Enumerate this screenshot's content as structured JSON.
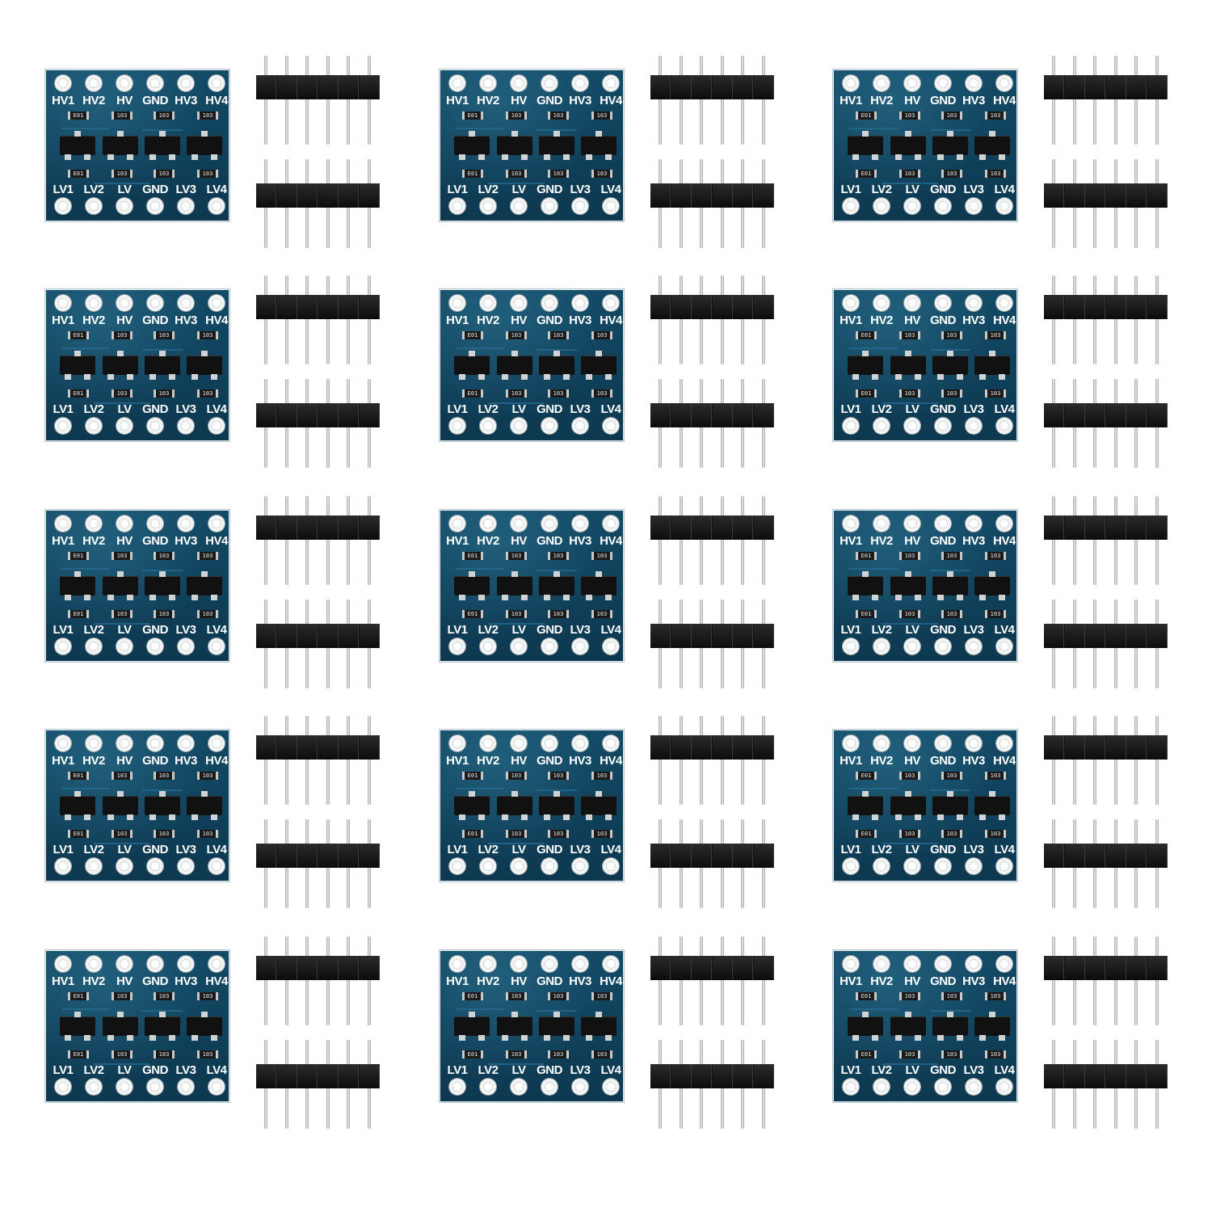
{
  "product": {
    "board": {
      "top_labels": [
        "HV1",
        "HV2",
        "HV",
        "GND",
        "HV3",
        "HV4"
      ],
      "bottom_labels": [
        "LV1",
        "LV2",
        "LV",
        "GND",
        "LV3",
        "LV4"
      ],
      "resistor_code": "103",
      "smd_code_alt": "E01",
      "board_color": "#0f3f58"
    },
    "grid": {
      "rows": 5,
      "columns": 3
    },
    "headers_per_board": 2,
    "pins_per_header": 6
  }
}
